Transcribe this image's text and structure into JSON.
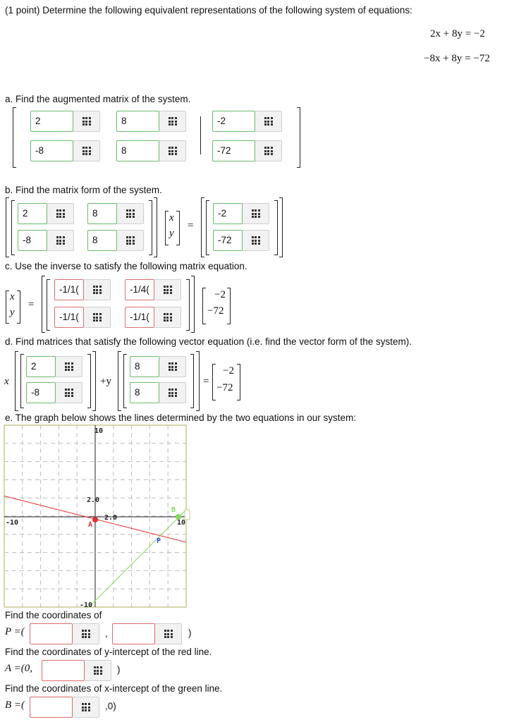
{
  "problem": {
    "intro": "(1 point) Determine the following equivalent representations of the following system of equations:",
    "eq1": "2x + 8y = −2",
    "eq2": "−8x + 8y = −72"
  },
  "part_a": {
    "prompt": "a. Find the augmented matrix of the system.",
    "r1c1": "2",
    "r1c2": "8",
    "r1c3": "-2",
    "r2c1": "-8",
    "r2c2": "8",
    "r2c3": "-72"
  },
  "part_b": {
    "prompt": "b. Find the matrix form of the system.",
    "a11": "2",
    "a12": "8",
    "a21": "-8",
    "a22": "8",
    "x": "x",
    "y": "y",
    "eq": "=",
    "b1": "-2",
    "b2": "-72"
  },
  "part_c": {
    "prompt": "c. Use the inverse to satisfy the following matrix equation.",
    "x": "x",
    "y": "y",
    "eq": "=",
    "i11": "-1/1(",
    "i12": "-1/4(",
    "i21": "-1/1(",
    "i22": "-1/1(",
    "v1": "−2",
    "v2": "−72"
  },
  "part_d": {
    "prompt": "d. Find matrices that satisfy the following vector equation (i.e. find the vector form of the system).",
    "x": "x",
    "plus_y": "+y",
    "eq": "=",
    "c1r1": "2",
    "c1r2": "-8",
    "c2r1": "8",
    "c2r2": "8",
    "v1": "−2",
    "v2": "−72"
  },
  "part_e": {
    "prompt": "e. The graph below shows the lines determined by the two equations in our system:",
    "graph": {
      "x_range": [
        -10,
        10
      ],
      "y_range": [
        -10,
        10
      ],
      "grid": true,
      "label_top": "10",
      "label_bottom": "-10",
      "label_left": "-10",
      "label_right": "10",
      "label_y_tick": "2.0",
      "label_x_tick": "2.0",
      "point_A": "A",
      "point_B": "B",
      "point_P": "P",
      "red_line_color": "#e03030",
      "green_line_color": "#88d860"
    },
    "find_p": "Find the coordinates of",
    "p_label": "P =(",
    "p_comma": ",",
    "p_close": ")",
    "find_a": "Find the coordinates of y-intercept of the red line.",
    "a_label": "A =(0,",
    "a_close": ")",
    "find_b": "Find the coordinates of x-intercept of the green line.",
    "b_label": "B =(",
    "b_close": ",0)",
    "p_x": "",
    "p_y": "",
    "a_y": "",
    "b_x": ""
  }
}
